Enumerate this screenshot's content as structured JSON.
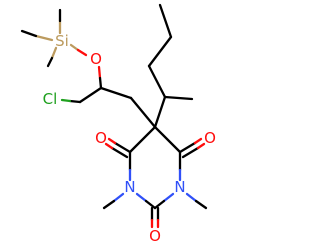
{
  "molecule": {
    "atoms": {
      "si": {
        "label": "Si",
        "color": "#bc9b5f"
      },
      "o_ether": {
        "label": "O",
        "color": "#ff0d0d"
      },
      "cl": {
        "label": "Cl",
        "color": "#1fa01f"
      },
      "o_c4": {
        "label": "O",
        "color": "#ff0d0d"
      },
      "o_c6": {
        "label": "O",
        "color": "#ff0d0d"
      },
      "o_c2": {
        "label": "O",
        "color": "#ff0d0d"
      },
      "n1": {
        "label": "N",
        "color": "#3050f8"
      },
      "n3": {
        "label": "N",
        "color": "#3050f8"
      }
    },
    "bond_color": "#000000"
  }
}
